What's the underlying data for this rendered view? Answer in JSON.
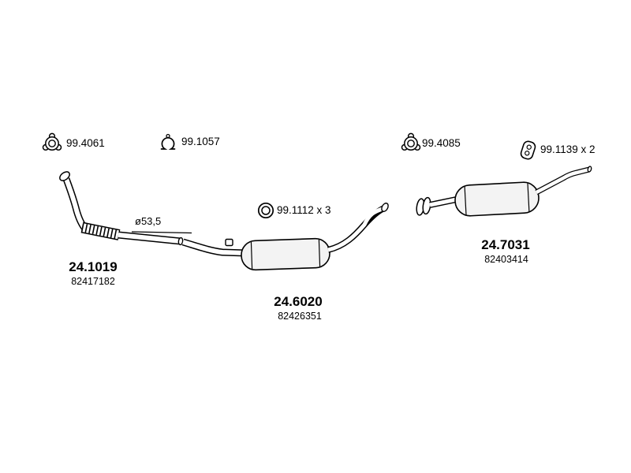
{
  "diagram": {
    "accessories": [
      {
        "icon": "three-lobe-gasket-icon",
        "label": "99.4061"
      },
      {
        "icon": "clamp-icon",
        "label": "99.1057"
      },
      {
        "icon": "ring-gasket-icon",
        "label": "99.1112 x 3"
      },
      {
        "icon": "three-lobe-gasket-icon",
        "label": "99.4085"
      },
      {
        "icon": "rubber-hanger-icon",
        "label": "99.1139 x 2"
      }
    ],
    "dimension_label": "ø53,5",
    "parts": [
      {
        "code": "24.1019",
        "ref": "82417182",
        "name": "front-pipe"
      },
      {
        "code": "24.6020",
        "ref": "82426351",
        "name": "centre-muffler"
      },
      {
        "code": "24.7031",
        "ref": "82403414",
        "name": "rear-muffler"
      }
    ]
  },
  "colors": {
    "line": "#000000",
    "muffler_fill": "#f3f3f3",
    "background": "#ffffff"
  }
}
